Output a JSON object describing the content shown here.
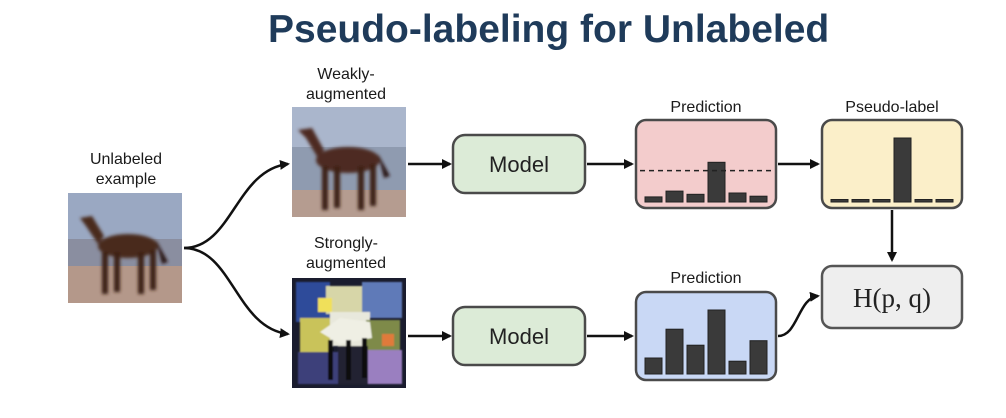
{
  "title": "Pseudo-labeling for Unlabeled",
  "labels": {
    "unlabeled": [
      "Unlabeled",
      "example"
    ],
    "weak": [
      "Weakly-",
      "augmented"
    ],
    "strong": [
      "Strongly-",
      "augmented"
    ],
    "prediction_top": "Prediction",
    "pseudo_label": "Pseudo-label",
    "prediction_bottom": "Prediction"
  },
  "model_label": "Model",
  "loss_label": "H(p, q)",
  "colors": {
    "title": "#1f3b5a",
    "model_fill": "#dcebd7",
    "pred_top_fill": "#f3cccc",
    "pseudo_fill": "#fbefc9",
    "pred_bottom_fill": "#c9d8f5",
    "loss_fill": "#eeeeee",
    "bar": "#3a3a3a"
  },
  "chart_data": [
    {
      "type": "bar",
      "name": "prediction-weak",
      "values": [
        0.08,
        0.17,
        0.12,
        0.62,
        0.14,
        0.09
      ],
      "threshold": 0.49
    },
    {
      "type": "bar",
      "name": "pseudo-label",
      "values": [
        0,
        0,
        0,
        1,
        0,
        0
      ]
    },
    {
      "type": "bar",
      "name": "prediction-strong",
      "values": [
        0.25,
        0.7,
        0.45,
        1.0,
        0.2,
        0.52
      ]
    }
  ]
}
